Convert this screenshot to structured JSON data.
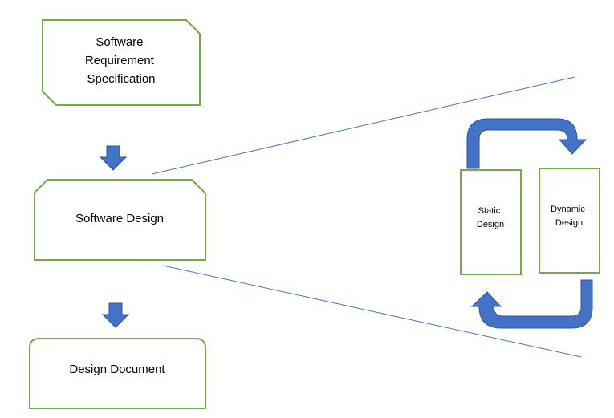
{
  "nodes": {
    "srs": {
      "lines": [
        "Software",
        "Requirement",
        "Specification"
      ]
    },
    "software_design": {
      "label": "Software Design"
    },
    "design_document": {
      "label": "Design Document"
    },
    "static_design": {
      "lines": [
        "Static",
        "Design"
      ]
    },
    "dynamic_design": {
      "lines": [
        "Dynamic",
        "Design"
      ]
    }
  },
  "colors": {
    "box_border": "#70AD47",
    "arrow_fill": "#4472C4",
    "arrow_stroke": "#2F5597",
    "connector_line": "#4472C4"
  }
}
